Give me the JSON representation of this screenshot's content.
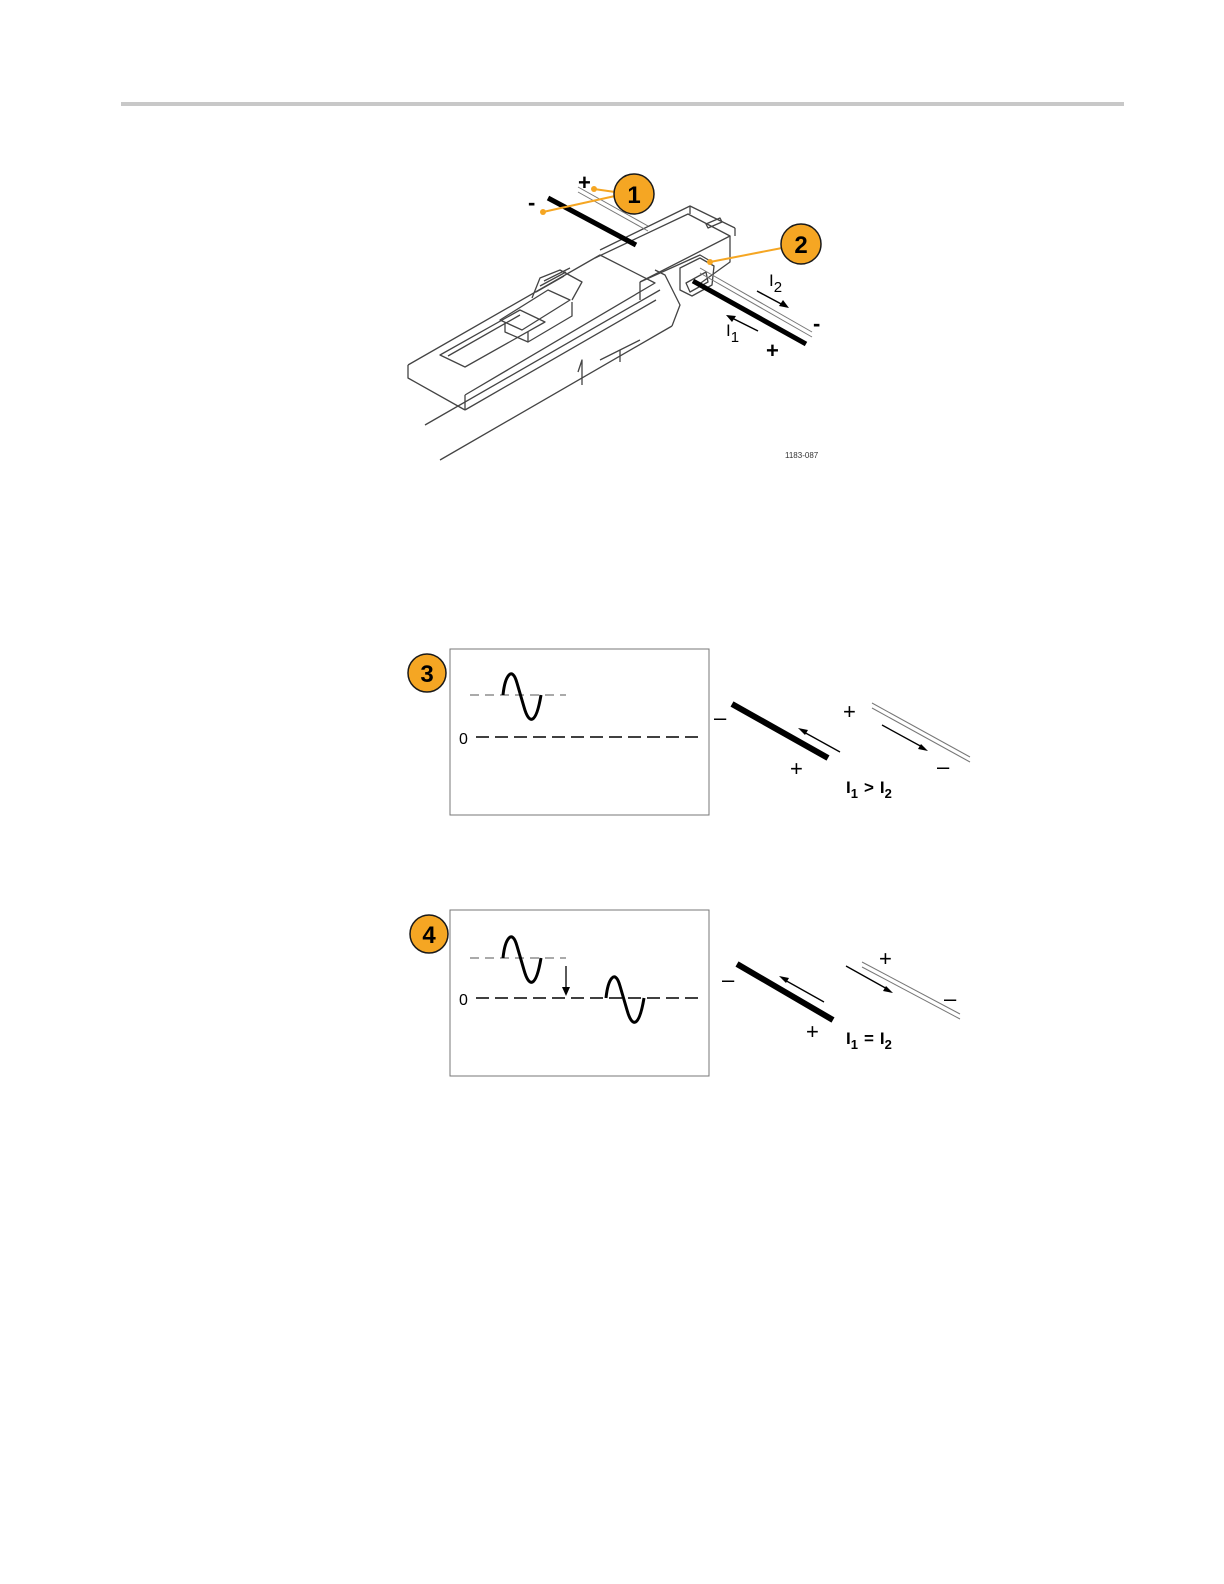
{
  "figure1": {
    "callouts": [
      "1",
      "2"
    ],
    "signs": {
      "a_plus": "+",
      "a_minus": "-",
      "b_minus": "-",
      "b_plus": "+"
    },
    "currents": {
      "i2_base": "I",
      "i2_sub": "2",
      "i1_base": "I",
      "i1_sub": "1"
    },
    "figure_number": "1183-087"
  },
  "figure2": {
    "callout": "3",
    "zero_label": "0",
    "signs": {
      "minus_left": "–",
      "plus_left": "+",
      "plus_right": "+",
      "minus_right": "–"
    },
    "relation": {
      "a": "I",
      "a_sub": "1",
      "op": ">",
      "b": "I",
      "b_sub": "2"
    }
  },
  "figure3": {
    "callout": "4",
    "zero_label": "0",
    "signs": {
      "minus_left": "–",
      "plus_left": "+",
      "plus_right": "+",
      "minus_right": "–"
    },
    "relation": {
      "a": "I",
      "a_sub": "1",
      "op": "=",
      "b": "I",
      "b_sub": "2"
    }
  },
  "colors": {
    "callout_fill": "#f5a623",
    "callout_stroke": "#1a1a1a",
    "leader": "#f5a623",
    "rule": "#c8c8c8"
  }
}
